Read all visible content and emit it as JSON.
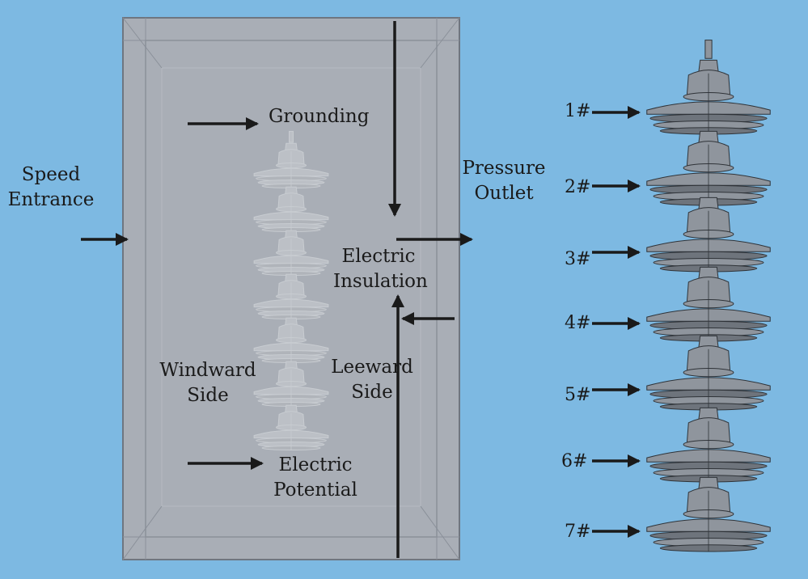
{
  "labels": {
    "grounding": "Grounding",
    "speed_entrance": [
      "Speed",
      "Entrance"
    ],
    "pressure_outlet": [
      "Pressure",
      "Outlet"
    ],
    "electric_insulation": [
      "Electric",
      "Insulation"
    ],
    "windward_side": [
      "Windward",
      "Side"
    ],
    "leeward_side": [
      "Leeward",
      "Side"
    ],
    "electric_potential": [
      "Electric",
      "Potential"
    ]
  },
  "insulator_numbers": [
    "1#",
    "2#",
    "3#",
    "4#",
    "5#",
    "6#",
    "7#"
  ],
  "colors": {
    "background": "#7db9e2",
    "domain_box": "#a9aeb6",
    "arrow": "#1a1a1a"
  }
}
